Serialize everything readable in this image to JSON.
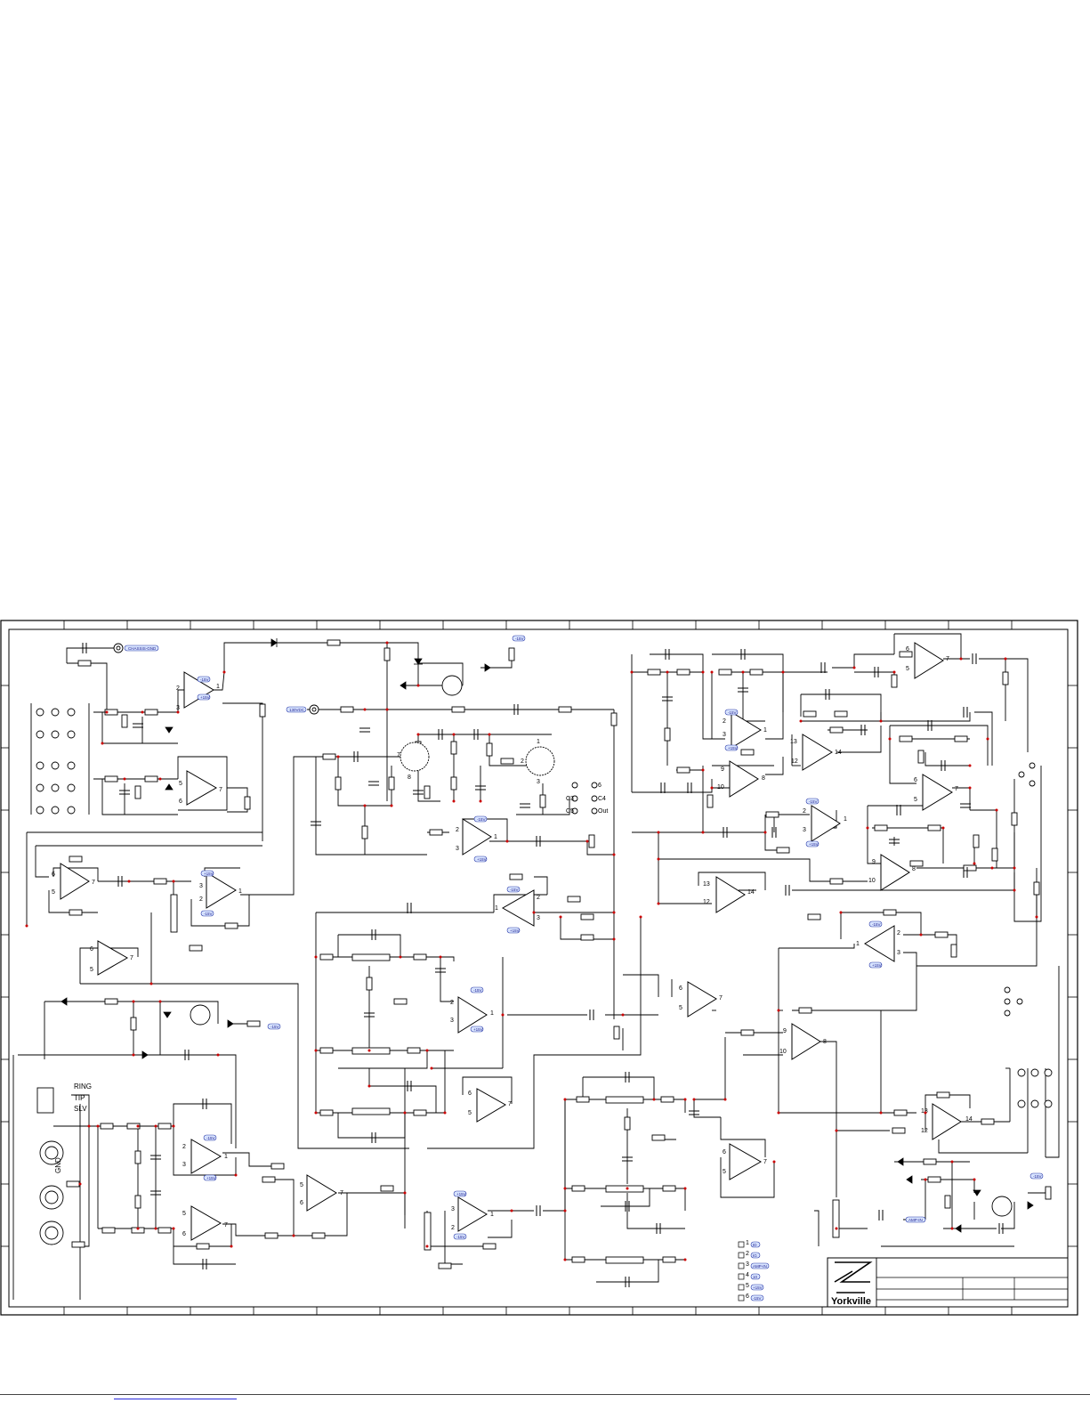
{
  "colors": {
    "wire": "#000000",
    "junction": "#cc0000",
    "tag_fill": "#d8e4ff",
    "tag_stroke": "#2a3aa8",
    "tag_text": "#1a1a8c",
    "link": "#2a2adc"
  },
  "power_tags": {
    "neg15": "-15V",
    "pos15": "+15V",
    "neg15_alt": "-15V",
    "chassis_gnd": "CHASSIS-GND",
    "v130": "130VDC",
    "amp_in": "AMP-IN"
  },
  "input_jack": {
    "ring": "RING",
    "tip": "TIP",
    "slv": "SLV",
    "gnd": "GND"
  },
  "tube_connector": {
    "c3": "C3",
    "c4": "C4",
    "c5": "C5",
    "out": "Out",
    "c6": "6"
  },
  "legend": {
    "rows": [
      {
        "num": "1",
        "tag": "ID"
      },
      {
        "num": "2",
        "tag": "IG"
      },
      {
        "num": "3",
        "tag": "AMP-IN"
      },
      {
        "num": "4",
        "tag": "10"
      },
      {
        "num": "5",
        "tag": "+15V"
      },
      {
        "num": "6",
        "tag": "-15V"
      }
    ]
  },
  "title_block": {
    "brand": "Yorkville"
  },
  "icons": {
    "logo": "yorkville-logo-icon"
  }
}
